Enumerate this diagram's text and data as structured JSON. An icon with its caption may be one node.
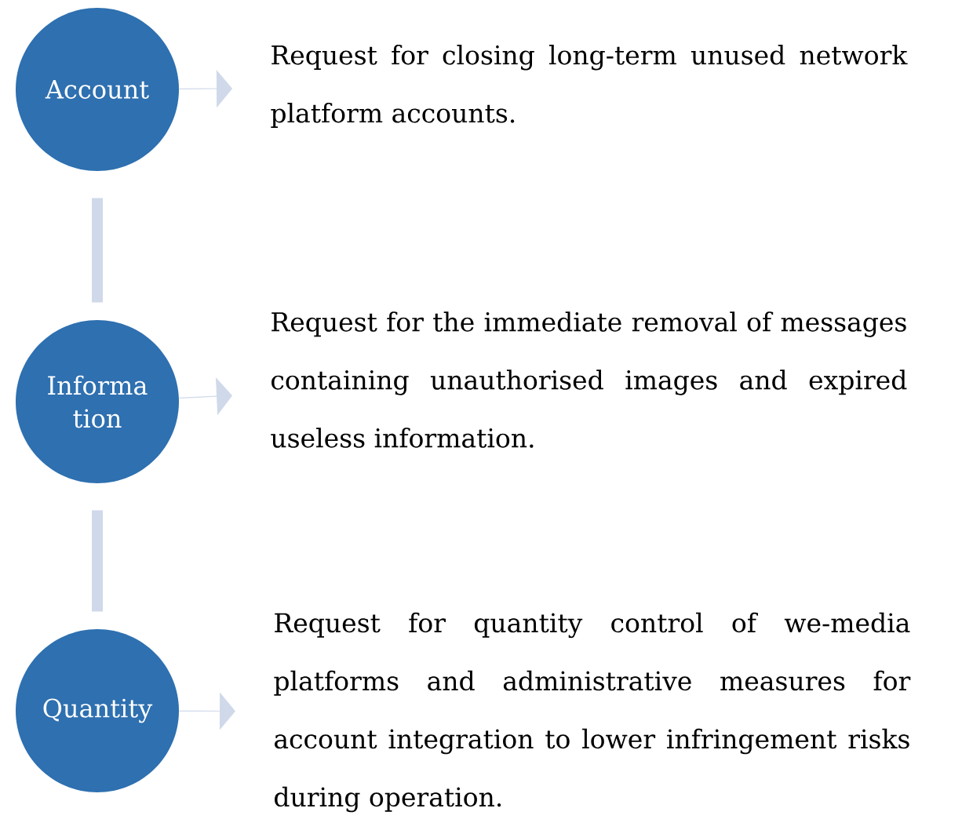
{
  "diagram": {
    "nodes": [
      {
        "text": [
          "Account"
        ]
      },
      {
        "text": [
          "Request for closing long-term unused network platform accounts."
        ]
      },
      {
        "text": [
          "Informa tion"
        ]
      },
      {
        "text": [
          "Request for the immediate removal of messages containing unauthorised images and expired useless information."
        ]
      },
      {
        "text": [
          "Quantity"
        ]
      },
      {
        "text": [
          "Request for quantity control of we-media platforms and administrative measures for account integration to lower infringement risks during operation."
        ]
      }
    ],
    "edges": [
      {
        "from": 0,
        "to": 1,
        "arrow": "to"
      },
      {
        "from": 0,
        "to": 2,
        "arrow": "none",
        "style": "thick"
      },
      {
        "from": 2,
        "to": 3,
        "arrow": "to"
      },
      {
        "from": 2,
        "to": 4,
        "arrow": "none",
        "style": "thick"
      },
      {
        "from": 4,
        "to": 5,
        "arrow": "to"
      }
    ]
  }
}
